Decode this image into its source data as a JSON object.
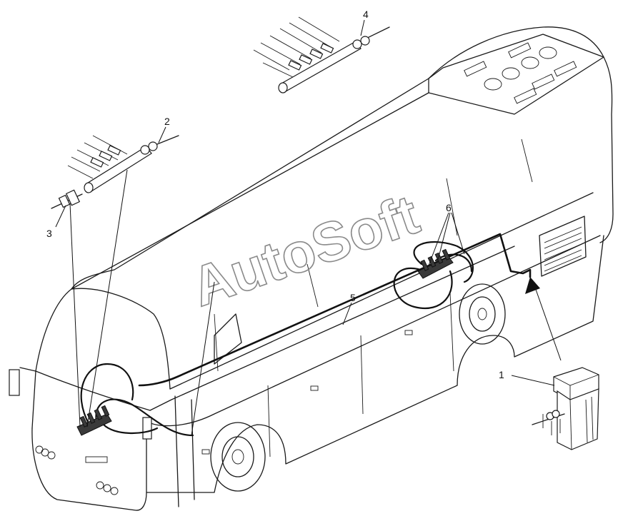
{
  "callouts": {
    "c1": "1",
    "c2": "2",
    "c3": "3",
    "c4": "4",
    "c5": "5",
    "c6": "6"
  },
  "watermark": "AutoSoft",
  "colors": {
    "line": "#1a1a1a",
    "watermark": "#8a8a8a",
    "background": "#ffffff"
  }
}
